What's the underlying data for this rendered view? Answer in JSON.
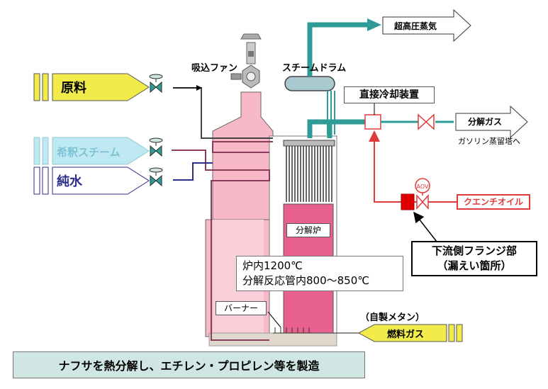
{
  "feeds": {
    "raw_material": "原料",
    "dilution_steam": "希釈スチーム",
    "pure_water": "純水"
  },
  "equipment": {
    "suction_fan": "吸込ファン",
    "steam_drum": "スチームドラム",
    "direct_cooler": "直接冷却装置",
    "cracking_furnace": "分解炉",
    "burner": "バーナー",
    "aov": "AOV"
  },
  "outputs": {
    "super_high_pressure_steam": "超高圧蒸気",
    "cracked_gas": "分解ガス",
    "to_gasoline_tower": "ガソリン蒸留塔へ"
  },
  "fuel": {
    "self_made_methane": "（自製メタン）",
    "fuel_gas": "燃料ガス"
  },
  "quench_oil": "クエンチオイル",
  "temperatures": {
    "line1": "炉内1200℃",
    "line2": "分解反応管内800～850℃"
  },
  "flange": {
    "line1": "下流側フランジ部",
    "line2": "（漏えい箇所）"
  },
  "caption": "ナフサを熱分解し、エチレン・プロピレン等を製造",
  "colors": {
    "furnace_pink": "#f7b9c8",
    "reaction_magenta": "#e8608e",
    "steam_teal": "#2f9b96",
    "quench_red": "#e23a3a",
    "raw_yellow": "#f2ec4a",
    "steam_lightblue": "#bfe9f2",
    "water_outline": "#2d2d8a",
    "caption_bg": "#cfe6e3"
  },
  "icons": [
    "valve-icon",
    "fan-icon",
    "flange-leak-icon",
    "arrow-icon"
  ]
}
